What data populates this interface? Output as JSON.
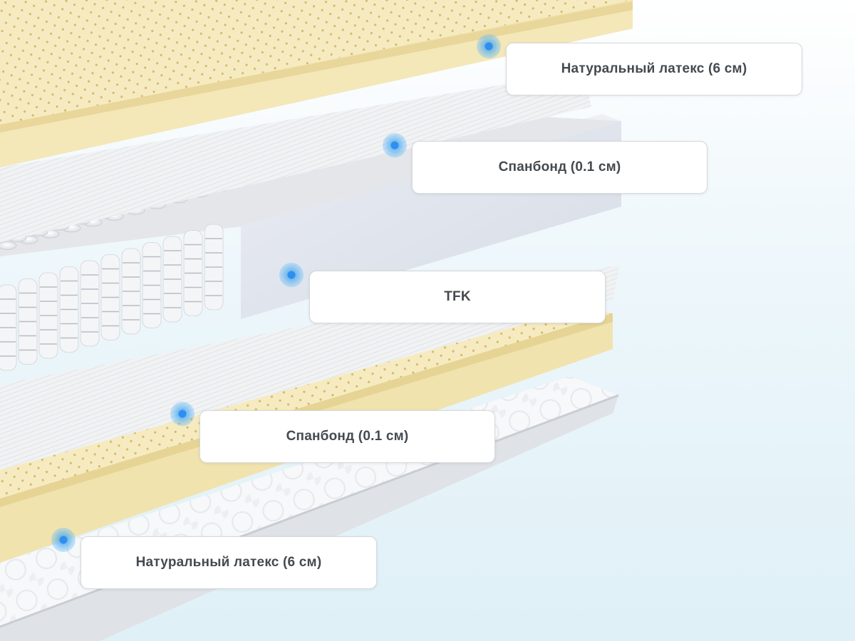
{
  "layers": [
    {
      "label": "Натуральный латекс (6 см)",
      "material": "latex"
    },
    {
      "label": "Спанбонд (0.1 см)",
      "material": "spunbond"
    },
    {
      "label": "TFK",
      "material": "springs"
    },
    {
      "label": "Спанбонд (0.1 см)",
      "material": "spunbond"
    },
    {
      "label": "Натуральный латекс (6 см)",
      "material": "latex"
    }
  ],
  "colors": {
    "latex": "#f3e6b4",
    "latex_edge": "#e9d9a0",
    "latex_dot": "#d8b96a",
    "spunbond": "#eef0f2",
    "spring": "#f4f5f7",
    "spring_band": "#b8bcc3",
    "foam_border": "#dfe3ec",
    "cover": "#f5f6f8",
    "hotspot": "#2f8ff0"
  }
}
